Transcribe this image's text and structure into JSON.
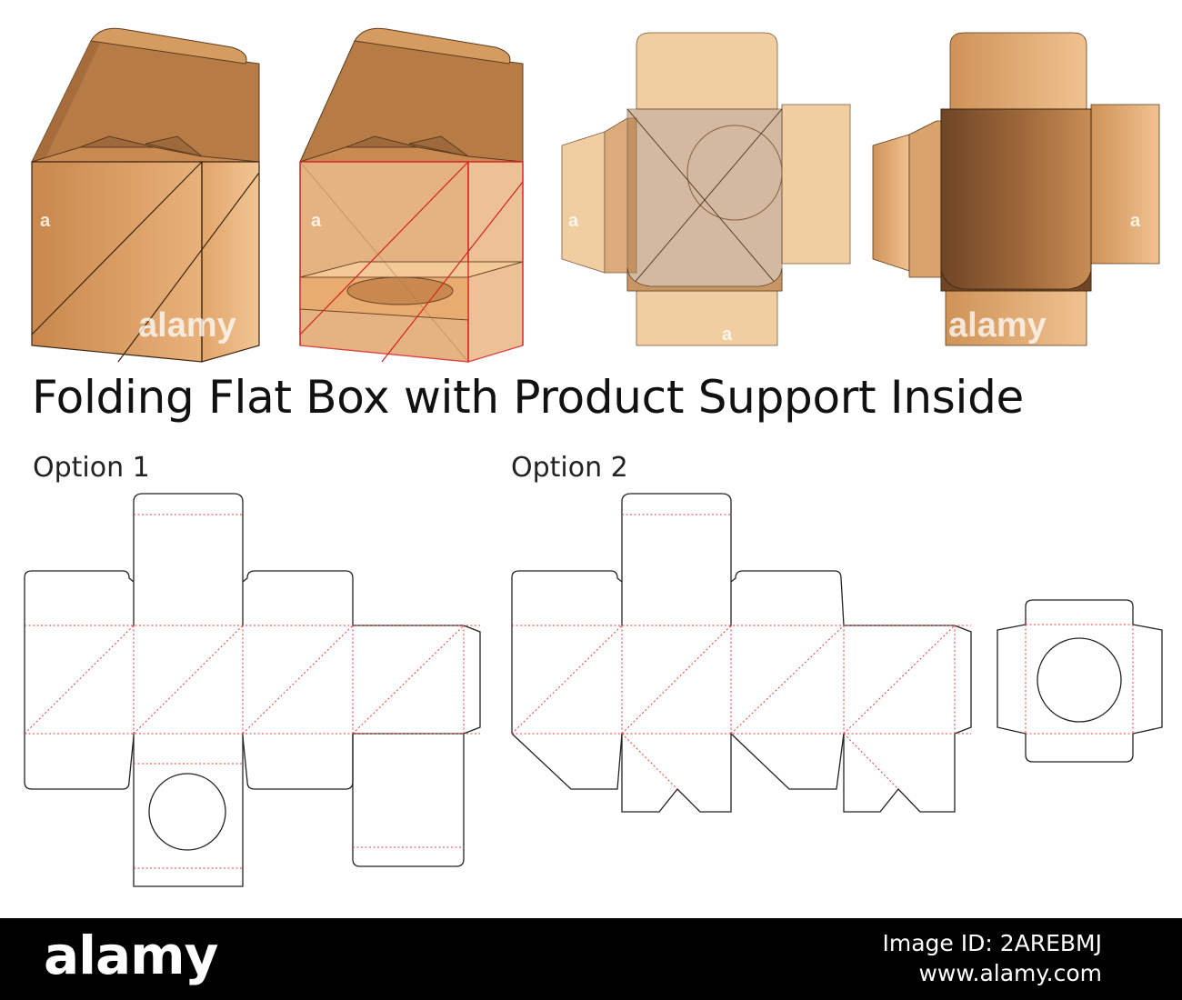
{
  "title": "Folding Flat Box with Product Support Inside",
  "option1_label": "Option 1",
  "option2_label": "Option 2",
  "watermark": "alamy",
  "watermark_mark": "a",
  "footer": {
    "brand": "alamy",
    "image_id": "Image ID: 2AREBMJ",
    "url": "www.alamy.com"
  },
  "colors": {
    "kraft_light": "#e8b27a",
    "kraft_mid": "#cf9157",
    "kraft_dark": "#8a5a33",
    "cut_line": "#222222",
    "fold_line": "#e23b3b",
    "footer_bg": "#000000"
  }
}
